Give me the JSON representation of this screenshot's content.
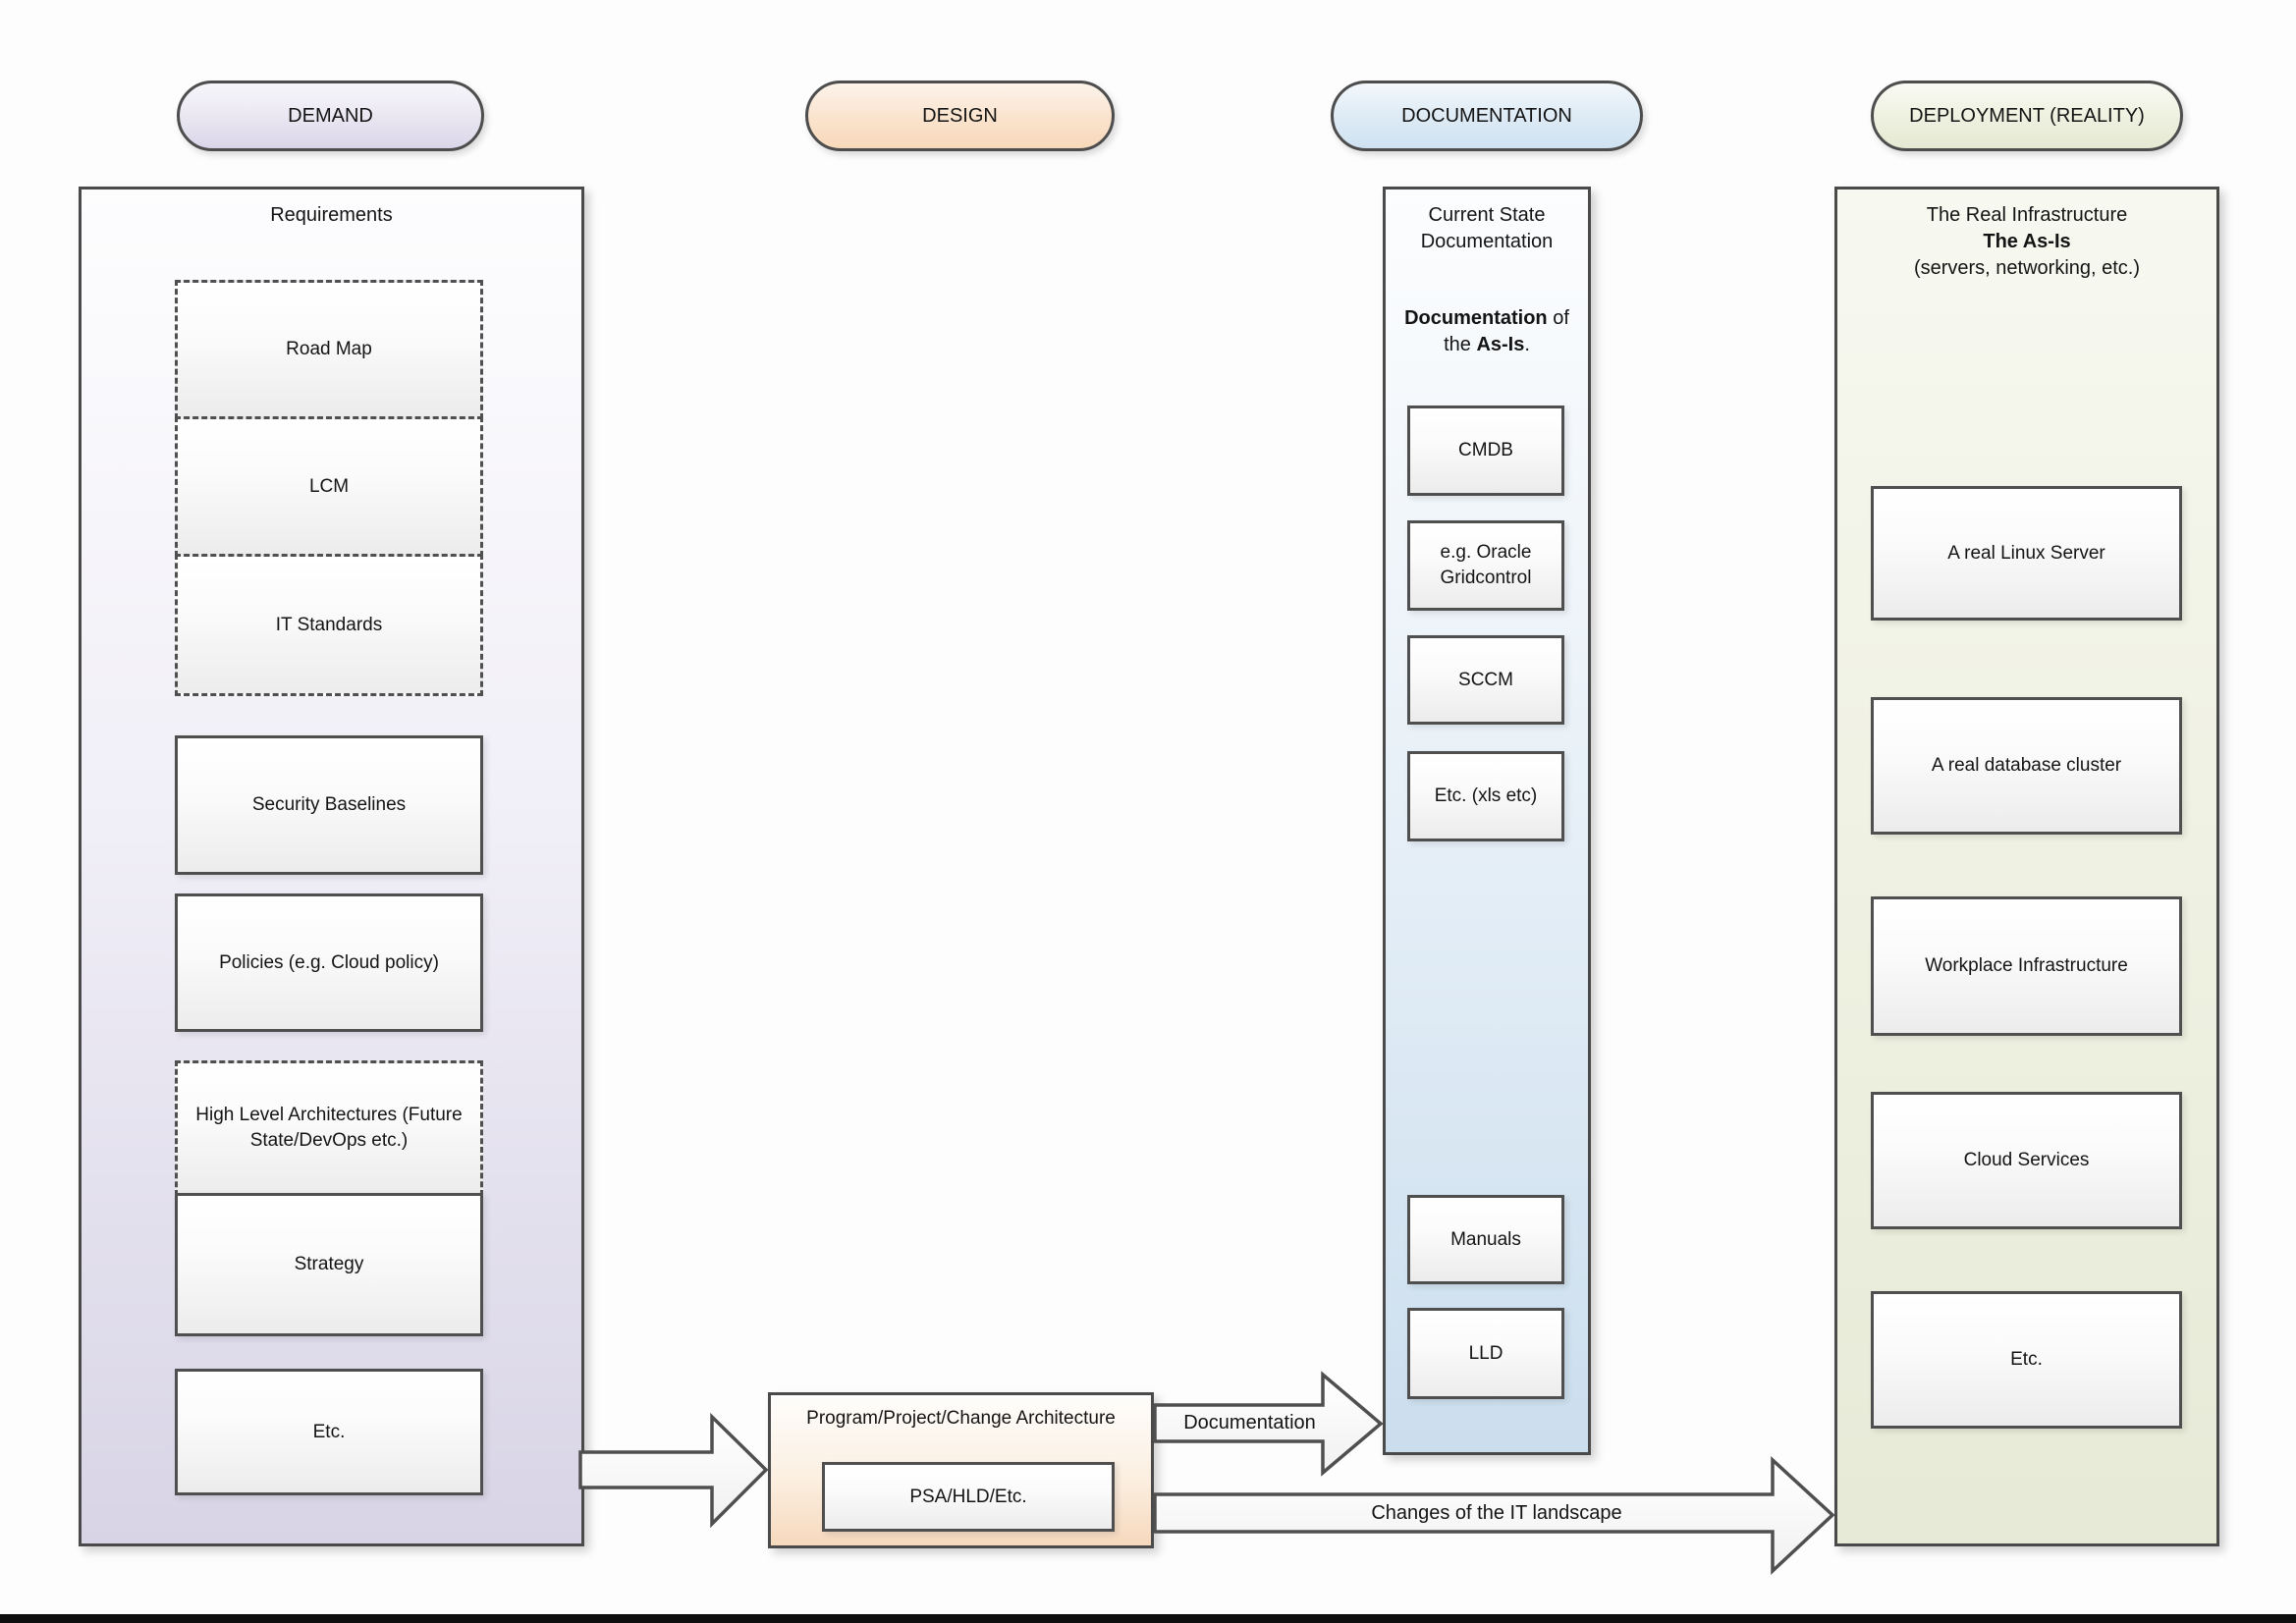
{
  "pills": {
    "demand": "DEMAND",
    "design": "DESIGN",
    "documentation": "DOCUMENTATION",
    "deployment": "DEPLOYMENT (REALITY)"
  },
  "demand": {
    "title": "Requirements",
    "boxes": [
      {
        "label": "Road Map",
        "style": "dashed"
      },
      {
        "label": "LCM",
        "style": "dashed"
      },
      {
        "label": "IT Standards",
        "style": "dashed"
      },
      {
        "label": "Security Baselines",
        "style": "solid"
      },
      {
        "label": "Policies (e.g. Cloud policy)",
        "style": "solid"
      },
      {
        "label": "High Level Architectures (Future State/DevOps etc.)",
        "style": "dashed"
      },
      {
        "label": "Strategy",
        "style": "solid"
      },
      {
        "label": "Etc.",
        "style": "solid"
      }
    ]
  },
  "design": {
    "title": "Program/Project/Change Architecture",
    "inner_box": "PSA/HLD/Etc."
  },
  "documentation": {
    "title_line1": "Current State",
    "title_line2": "Documentation",
    "subtitle_bold1": "Documentation",
    "subtitle_mid": " of the ",
    "subtitle_bold2": "As-Is",
    "subtitle_end": ".",
    "boxes": [
      "CMDB",
      "e.g. Oracle Gridcontrol",
      "SCCM",
      "Etc. (xls etc)",
      "Manuals",
      "LLD"
    ]
  },
  "deployment": {
    "title_line1": "The Real Infrastructure",
    "title_line2": "The As-Is",
    "title_line3": "(servers, networking, etc.)",
    "boxes": [
      "A real Linux Server",
      "A real database cluster",
      "Workplace Infrastructure",
      "Cloud Services",
      "Etc."
    ]
  },
  "arrows": {
    "documentation_label": "Documentation",
    "changes_label": "Changes of the IT landscape"
  },
  "colors": {
    "border": "#4a4a4a",
    "demand_tint": "#d8d4e6",
    "design_tint": "#f6d9bd",
    "documentation_tint": "#cbdeee",
    "deployment_tint": "#e7ead7"
  }
}
